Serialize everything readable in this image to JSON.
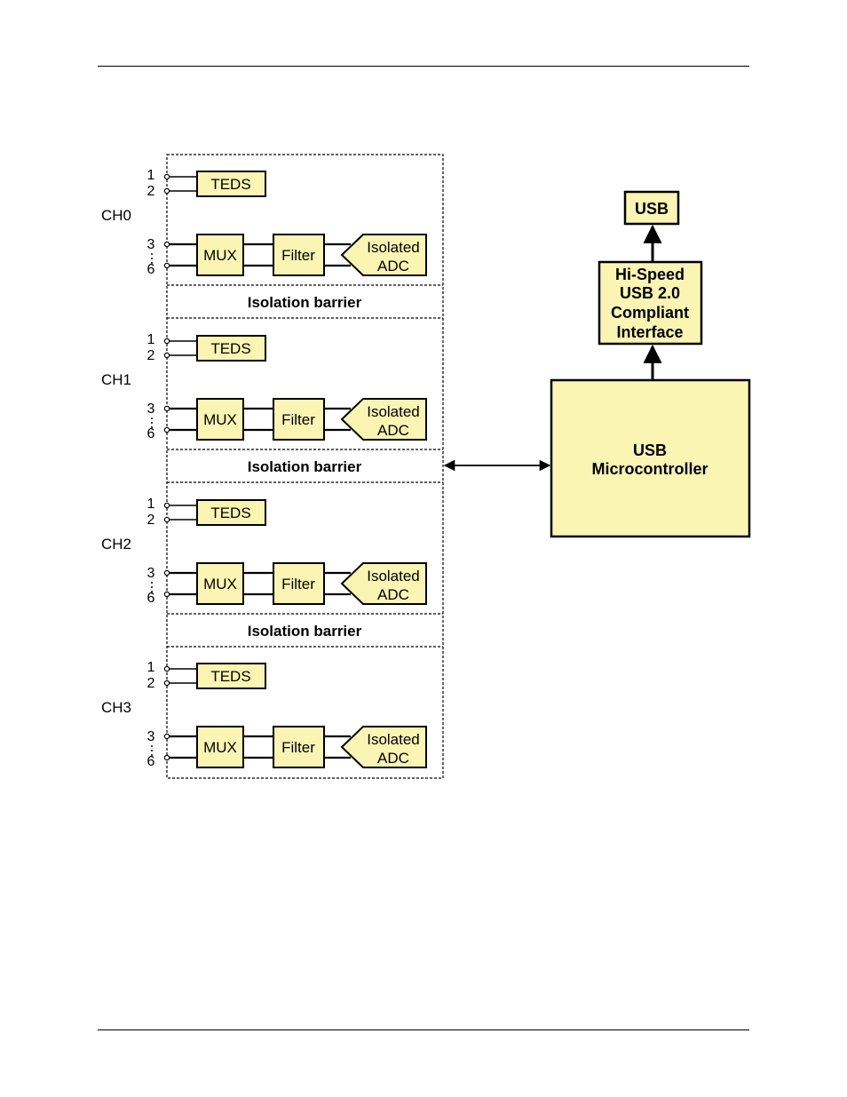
{
  "diagram": {
    "channels": [
      {
        "label": "CH0",
        "pins": [
          "1",
          "2",
          "3",
          "6"
        ],
        "teds": "TEDS",
        "mux": "MUX",
        "filter": "Filter",
        "adc": [
          "Isolated",
          "ADC"
        ]
      },
      {
        "label": "CH1",
        "pins": [
          "1",
          "2",
          "3",
          "6"
        ],
        "teds": "TEDS",
        "mux": "MUX",
        "filter": "Filter",
        "adc": [
          "Isolated",
          "ADC"
        ]
      },
      {
        "label": "CH2",
        "pins": [
          "1",
          "2",
          "3",
          "6"
        ],
        "teds": "TEDS",
        "mux": "MUX",
        "filter": "Filter",
        "adc": [
          "Isolated",
          "ADC"
        ]
      },
      {
        "label": "CH3",
        "pins": [
          "1",
          "2",
          "3",
          "6"
        ],
        "teds": "TEDS",
        "mux": "MUX",
        "filter": "Filter",
        "adc": [
          "Isolated",
          "ADC"
        ]
      }
    ],
    "isolation_barrier": "Isolation barrier",
    "microcontroller": [
      "USB",
      "Microcontroller"
    ],
    "usb_interface": [
      "Hi-Speed",
      "USB 2.0",
      "Compliant",
      "Interface"
    ],
    "usb_port": "USB",
    "colors": {
      "box_fill": "#FBF5B3",
      "line": "#000000"
    }
  }
}
